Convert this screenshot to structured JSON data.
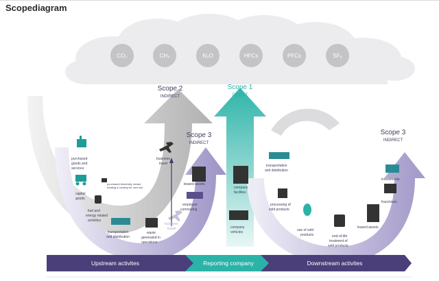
{
  "title": "Scopediagram",
  "gases": [
    "CO₂",
    "CH₄",
    "N₂O",
    "HFCs",
    "PFCs",
    "SF₆"
  ],
  "scope2": {
    "title": "Scope 2",
    "sub": "INDIRECT"
  },
  "scope1": {
    "title": "Scope 1",
    "sub": "DIRECT"
  },
  "scope3_up": {
    "title": "Scope 3",
    "sub": "INDIRECT"
  },
  "scope3_down": {
    "title": "Scope 3",
    "sub": "INDIRECT"
  },
  "labels": {
    "purchased_goods": [
      "purchased",
      "goods and",
      "services"
    ],
    "capital_goods": [
      "capital",
      "goods"
    ],
    "fuel_energy": [
      "fuel and",
      "energy related",
      "activities"
    ],
    "transport_up": [
      "transportation",
      "and distribution"
    ],
    "waste": [
      "waste",
      "generated in",
      "operations"
    ],
    "purchased_elec": [
      "purchased electricity, steam,",
      "heating & cooling for own use"
    ],
    "business_travel": [
      "business",
      "travel"
    ],
    "business_travel_faded": [
      "business",
      "travel"
    ],
    "leased_assets_up": [
      "leased assets"
    ],
    "employee_commuting": [
      "employee",
      "commuting"
    ],
    "company_facilities": [
      "company",
      "facilities"
    ],
    "company_vehicles": [
      "company",
      "vehicles"
    ],
    "transport_down": [
      "transportation",
      "and distribution"
    ],
    "processing": [
      "processing of",
      "sold products"
    ],
    "use_sold": [
      "use of sold",
      "products"
    ],
    "end_of_life": [
      "end-of-life",
      "treatment of",
      "sold products"
    ],
    "leased_assets_down": [
      "leased assets"
    ],
    "franchises": [
      "franchises"
    ],
    "investments": [
      "investments"
    ]
  },
  "bottom_bar": {
    "upstream": "Upstream activites",
    "reporting": "Reporting company",
    "downstream": "Downstream activites"
  },
  "colors": {
    "purple": "#5a4f8c",
    "teal": "#2bb3a8",
    "gray": "#9a9a9a",
    "lilac": "#c9c2e0",
    "cloud": "#e9e9eb",
    "gas": "#c4c4c6"
  }
}
